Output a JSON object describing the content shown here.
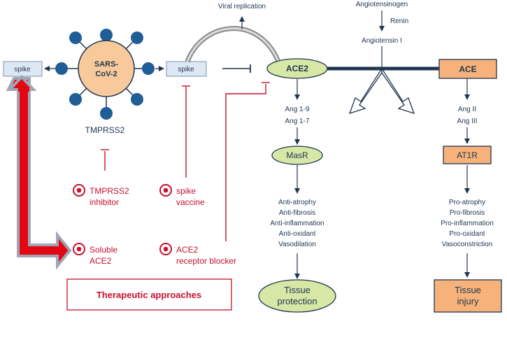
{
  "virus": {
    "line1": "SARS-",
    "line2": "CoV-2",
    "protease": "TMPRSS2",
    "spike_left": "spike",
    "spike_right": "spike"
  },
  "pathway_top": {
    "viral_replication": "Viral replication",
    "angiotensinogen": "Angiotensinogen",
    "renin": "Renin",
    "angiotensin_i": "Angiotensin I"
  },
  "ace2_branch": {
    "label": "ACE2",
    "products": [
      "Ang 1-9",
      "Ang 1-7"
    ],
    "receptor": "MasR",
    "effects": [
      "Anti-atrophy",
      "Anti-fibrosis",
      "Anti-inflammation",
      "Anti-oxidant",
      "Vasodilation"
    ],
    "outcome_line1": "Tissue",
    "outcome_line2": "protection"
  },
  "ace_branch": {
    "label": "ACE",
    "products": [
      "Ang II",
      "Ang III"
    ],
    "receptor": "AT1R",
    "effects": [
      "Pro-atrophy",
      "Pro-fibrosis",
      "Pro-inflammation",
      "Pro-oxidant",
      "Vasoconstriction"
    ],
    "outcome_line1": "Tissue",
    "outcome_line2": "injury"
  },
  "therapies": {
    "tmprss2_inhibitor": {
      "line1": "TMPRSS2",
      "line2": "inhibitor"
    },
    "spike_vaccine": {
      "line1": "spike",
      "line2": "vaccine"
    },
    "soluble_ace2": {
      "line1": "Soluble",
      "line2": "ACE2"
    },
    "ace2_blocker": {
      "line1": "ACE2",
      "line2": "receptor blocker"
    },
    "title": "Therapeutic approaches"
  },
  "colors": {
    "navy": "#1f3550",
    "red": "#c8102e",
    "virus_fill": "#f8c99a",
    "green": "#d7e7a6",
    "orange": "#f6b27a",
    "spike_box": "#dde8f6"
  }
}
